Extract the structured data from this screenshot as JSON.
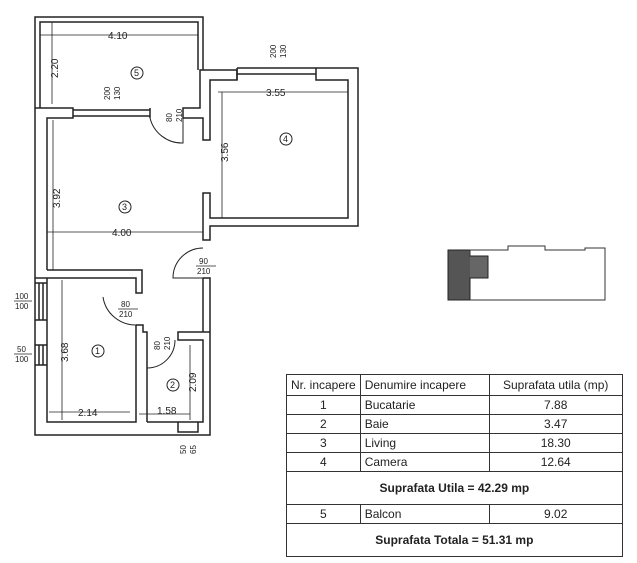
{
  "plan": {
    "rooms": [
      {
        "number": "1"
      },
      {
        "number": "2"
      },
      {
        "number": "3"
      },
      {
        "number": "4"
      },
      {
        "number": "5"
      }
    ],
    "dimensions": {
      "balcony_width": "4.10",
      "balcony_depth": "2.20",
      "room4_width": "3.55",
      "room4_depth": "3.56",
      "living_width": "4.00",
      "living_depth": "3.92",
      "kitchen_depth": "3.68",
      "kitchen_width": "2.14",
      "bath_width": "1.58",
      "bath_depth": "2.09"
    },
    "openings": {
      "balcony_window": [
        "200",
        "130"
      ],
      "room4_window": [
        "200",
        "130"
      ],
      "balcony_door": [
        "80",
        "210"
      ],
      "entry_door": [
        "90",
        "210"
      ],
      "kitchen_door": [
        "80",
        "210"
      ],
      "bath_door": [
        "80",
        "210"
      ],
      "kitchen_window_top": [
        "100",
        "100"
      ],
      "kitchen_window_bottom": [
        "50",
        "100"
      ],
      "bath_vent": [
        "50",
        "65"
      ]
    }
  },
  "table": {
    "headers": [
      "Nr. incapere",
      "Denumire incapere",
      "Suprafata utila (mp)"
    ],
    "rows": [
      {
        "nr": "1",
        "name": "Bucatarie",
        "area": "7.88"
      },
      {
        "nr": "2",
        "name": "Baie",
        "area": "3.47"
      },
      {
        "nr": "3",
        "name": "Living",
        "area": "18.30"
      },
      {
        "nr": "4",
        "name": "Camera",
        "area": "12.64"
      }
    ],
    "useful_total": "Suprafata Utila =  42.29 mp",
    "balcony_row": {
      "nr": "5",
      "name": "Balcon",
      "area": "9.02"
    },
    "grand_total": "Suprafata Totala = 51.31 mp"
  }
}
